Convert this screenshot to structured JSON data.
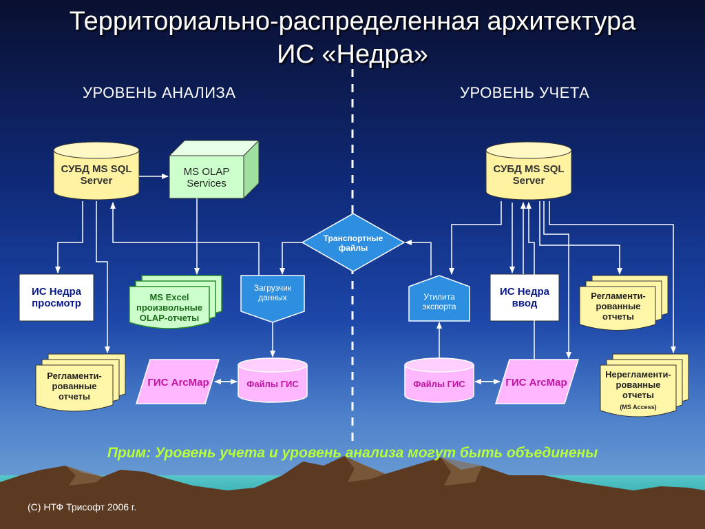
{
  "slide": {
    "title_line1": "Территориально-распределенная архитектура",
    "title_line2": "ИС «Недра»",
    "left_level": "УРОВЕНЬ АНАЛИЗА",
    "right_level": "УРОВЕНЬ УЧЕТА",
    "note": "Прим: Уровень учета и уровень анализа могут быть объединены",
    "footer": "(С) НТФ Трисофт 2006 г."
  },
  "nodes": {
    "db_left": "СУБД MS SQL Server",
    "olap": "MS OLAP Services",
    "transport": "Транспортные файлы",
    "db_right": "СУБД MS SQL Server",
    "view": "ИС Недра просмотр",
    "excel": "MS Excel произвольные OLAP-отчеты",
    "loader": "Загрузчик данных",
    "export": "Утилита экспорта",
    "input": "ИС Недра ввод",
    "reg_right": "Регламенти-рованные отчеты",
    "reg_left": "Регламенти-рованные отчеты",
    "gis_left": "ГИС ArcMap",
    "files_left": "Файлы ГИС",
    "files_right": "Файлы ГИС",
    "gis_right": "ГИС ArcMap",
    "nonreg": "Нерегламенти-рованные отчеты",
    "nonreg_sub": "(MS Access)"
  },
  "colors": {
    "db_fill": "#fff2a0",
    "olap_fill": "#ccffcc",
    "excel_fill": "#ccffcc",
    "blue_fill": "#2e8fe0",
    "white_box": "#ffffff",
    "doc_fill": "#fff6a8",
    "pink_fill": "#ffb8ff",
    "note_color": "#b7ff3a"
  }
}
